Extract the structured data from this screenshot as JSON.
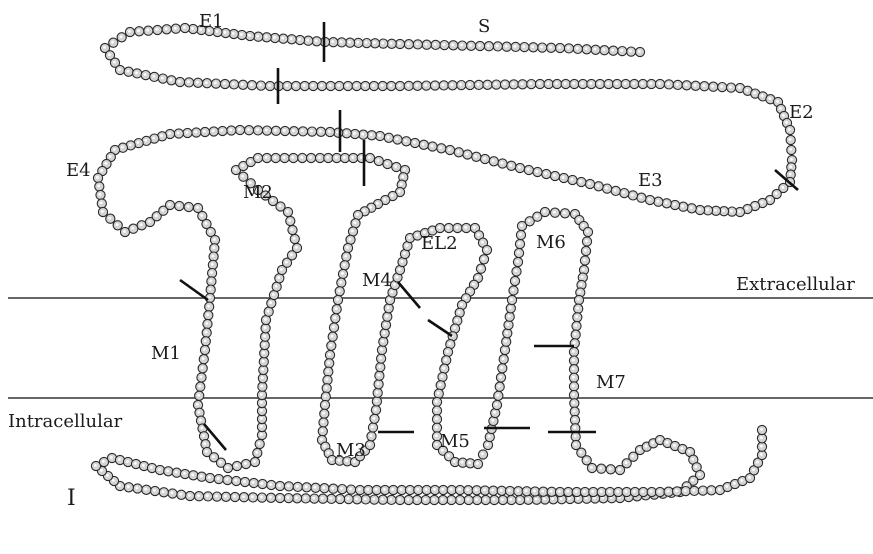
{
  "diagram": {
    "bead_fill": "#d4d4d4",
    "bead_stroke": "#2a2a2a",
    "line_color": "#333333",
    "labels": {
      "e1": "E1",
      "s": "S",
      "e2": "E2",
      "e3": "E3",
      "e4": "E4",
      "m1": "M1",
      "m2": "M2",
      "m3": "M3",
      "m4": "M4",
      "m5": "M5",
      "m6": "M6",
      "m7": "M7",
      "el2": "EL2",
      "i": "I",
      "extracellular": "Extracellular",
      "intracellular": "Intracellular"
    }
  }
}
